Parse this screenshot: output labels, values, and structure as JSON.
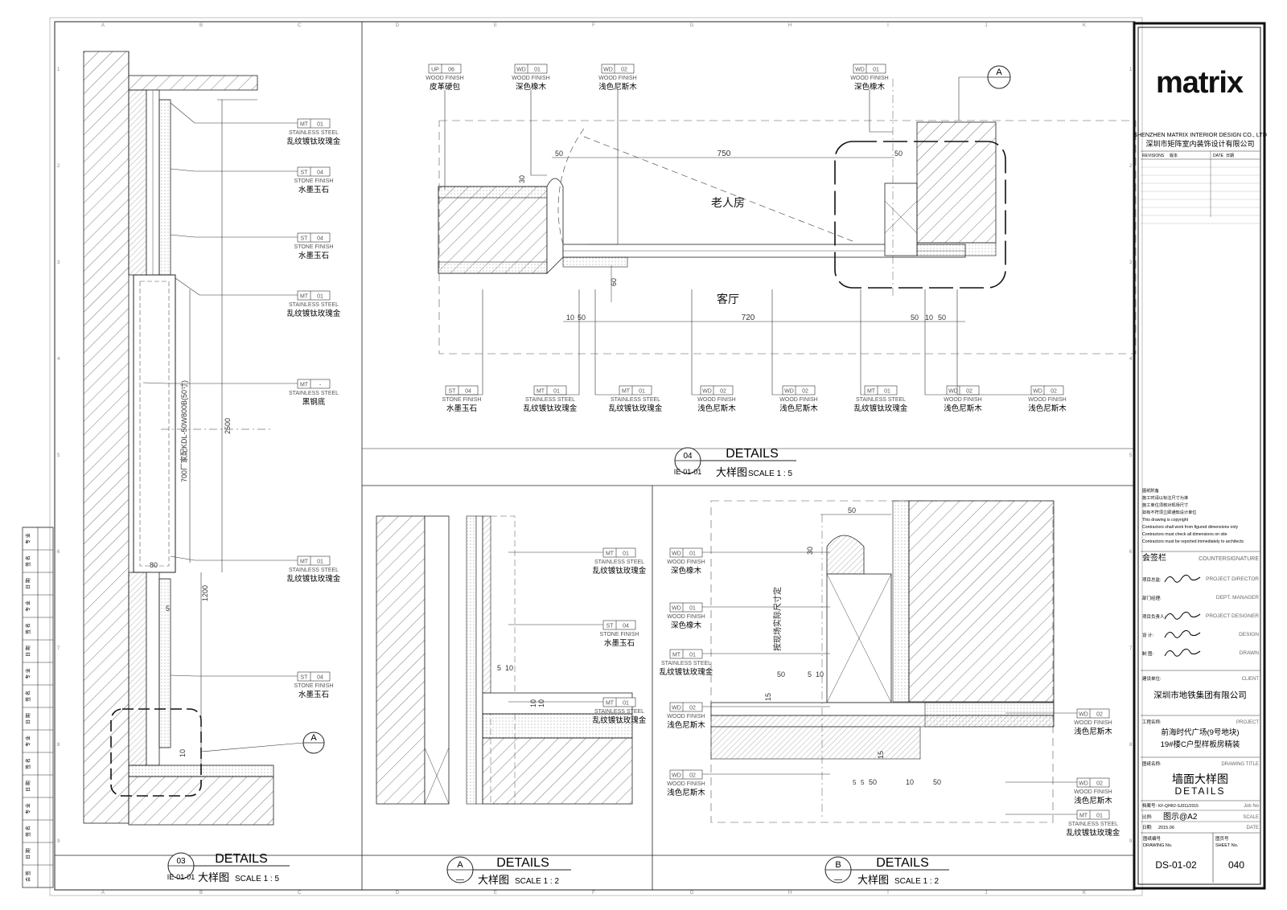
{
  "colors": {
    "ink": "#1a1a1a",
    "thin": "#555555",
    "paper": "#ffffff"
  },
  "sheet": {
    "grid_letters": [
      "A",
      "B",
      "C",
      "D",
      "E",
      "F",
      "G",
      "H",
      "I",
      "J",
      "K"
    ],
    "grid_numbers": [
      "1",
      "2",
      "3",
      "4",
      "5",
      "6",
      "7",
      "8",
      "9"
    ]
  },
  "detail_03": {
    "callouts": [
      {
        "code": "MT",
        "num": "01",
        "en": "STAINLESS STEEL",
        "cn": "乱纹镀钛玫瑰金"
      },
      {
        "code": "ST",
        "num": "04",
        "en": "STONE FINISH",
        "cn": "水墨玉石"
      },
      {
        "code": "ST",
        "num": "04",
        "en": "STONE FINISH",
        "cn": "水墨玉石"
      },
      {
        "code": "MT",
        "num": "01",
        "en": "STAINLESS STEEL",
        "cn": "乱纹镀钛玫瑰金"
      },
      {
        "code": "MT",
        "num": "-",
        "en": "STAINLESS STEEL",
        "cn": "黑钢底"
      },
      {
        "code": "MT",
        "num": "01",
        "en": "STAINLESS STEEL",
        "cn": "乱纹镀钛玫瑰金"
      },
      {
        "code": "ST",
        "num": "04",
        "en": "STONE FINISH",
        "cn": "水墨玉石"
      }
    ],
    "tv_note": "700厂家配KDL-50W800B(50寸)",
    "dims": [
      "2500",
      "1200",
      "80",
      "5",
      "10"
    ],
    "section_mark": "A",
    "title": {
      "num": "03",
      "ref": "IE-01-01",
      "en": "DETAILS",
      "cn": "大样图",
      "scale": "SCALE 1 : 5"
    }
  },
  "detail_04": {
    "top_callouts": [
      {
        "code": "UP",
        "num": "06",
        "en": "WOOD FINISH",
        "cn": "皮革硬包"
      },
      {
        "code": "WD",
        "num": "01",
        "en": "WOOD FINISH",
        "cn": "深色橡木"
      },
      {
        "code": "WD",
        "num": "02",
        "en": "WOOD FINISH",
        "cn": "浅色尼斯木"
      },
      {
        "code": "WD",
        "num": "01",
        "en": "WOOD FINISH",
        "cn": "深色橡木"
      }
    ],
    "bottom_callouts": [
      {
        "code": "ST",
        "num": "04",
        "en": "STONE FINISH",
        "cn": "水墨玉石"
      },
      {
        "code": "MT",
        "num": "01",
        "en": "STAINLESS STEEL",
        "cn": "乱纹镀钛玫瑰金"
      },
      {
        "code": "MT",
        "num": "01",
        "en": "STAINLESS STEEL",
        "cn": "乱纹镀钛玫瑰金"
      },
      {
        "code": "WD",
        "num": "02",
        "en": "WOOD FINISH",
        "cn": "浅色尼斯木"
      },
      {
        "code": "WD",
        "num": "02",
        "en": "WOOD FINISH",
        "cn": "浅色尼斯木"
      },
      {
        "code": "MT",
        "num": "01",
        "en": "STAINLESS STEEL",
        "cn": "乱纹镀钛玫瑰金"
      },
      {
        "code": "WD",
        "num": "02",
        "en": "WOOD FINISH",
        "cn": "浅色尼斯木"
      },
      {
        "code": "WD",
        "num": "02",
        "en": "WOOD FINISH",
        "cn": "浅色尼斯木"
      }
    ],
    "room_upper": "老人房",
    "room_lower": "客厅",
    "dims": [
      "50",
      "750",
      "30",
      "50",
      "60",
      "10",
      "50",
      "720",
      "50",
      "10",
      "50"
    ],
    "section_mark": "A",
    "title": {
      "num": "04",
      "ref": "IE-01-01",
      "en": "DETAILS",
      "cn": "大样图",
      "scale": "SCALE 1 : 5"
    }
  },
  "detail_A": {
    "callouts": [
      {
        "code": "MT",
        "num": "01",
        "en": "STAINLESS STEEL",
        "cn": "乱纹镀钛玫瑰金"
      },
      {
        "code": "ST",
        "num": "04",
        "en": "STONE FINISH",
        "cn": "水墨玉石"
      },
      {
        "code": "MT",
        "num": "01",
        "en": "STAINLESS STEEL",
        "cn": "乱纹镀钛玫瑰金"
      }
    ],
    "dims": [
      "5",
      "10",
      "10",
      "10"
    ],
    "title": {
      "mark": "A",
      "en": "DETAILS",
      "cn": "大样图",
      "scale": "SCALE 1 : 2"
    }
  },
  "detail_B": {
    "left_callouts": [
      {
        "code": "WD",
        "num": "01",
        "en": "WOOD FINISH",
        "cn": "深色橡木"
      },
      {
        "code": "WD",
        "num": "01",
        "en": "WOOD FINISH",
        "cn": "深色橡木"
      },
      {
        "code": "MT",
        "num": "01",
        "en": "STAINLESS STEEL",
        "cn": "乱纹镀钛玫瑰金"
      },
      {
        "code": "WD",
        "num": "02",
        "en": "WOOD FINISH",
        "cn": "浅色尼斯木"
      },
      {
        "code": "WD",
        "num": "02",
        "en": "WOOD FINISH",
        "cn": "浅色尼斯木"
      }
    ],
    "right_callouts": [
      {
        "code": "WD",
        "num": "02",
        "en": "WOOD FINISH",
        "cn": "浅色尼斯木"
      },
      {
        "code": "WD",
        "num": "02",
        "en": "WOOD FINISH",
        "cn": "浅色尼斯木"
      },
      {
        "code": "MT",
        "num": "01",
        "en": "STAINLESS STEEL",
        "cn": "乱纹镀钛玫瑰金"
      }
    ],
    "vertical_note": "按现场实际尺寸定",
    "dims": [
      "50",
      "30",
      "50",
      "5",
      "10",
      "15",
      "15",
      "50",
      "10",
      "50",
      "5",
      "5"
    ],
    "title": {
      "mark": "B",
      "en": "DETAILS",
      "cn": "大样图",
      "scale": "SCALE 1 : 2"
    }
  },
  "title_block": {
    "logo": "matrix",
    "company_en": "SHENZHEN MATRIX INTERIOR DESIGN CO., LTD",
    "company_cn": "深圳市矩阵室内装饰设计有限公司",
    "revision_headers": [
      "REVISIONS",
      "版本",
      "DATE",
      "日期"
    ],
    "notes": [
      "图纸附备",
      "施工时请以标注尺寸为准",
      "施工单位须核对现场尺寸",
      "如有不符须立即通知设计单位",
      "This drawing is copyright",
      "Contractors shall work from figured dimensions only",
      "Contractors must check all dimensions on site",
      "Contractors must be reported immediately to architects"
    ],
    "countersign_cn": "会签栏",
    "countersign_en": "COUNTERSIGNATURE",
    "roles": [
      {
        "cn": "项目总监:",
        "en": "PROJECT DIRECTOR"
      },
      {
        "cn": "部门经理:",
        "en": "DEPT. MANAGER"
      },
      {
        "cn": "项目负责人:",
        "en": "PROJECT DESIGNER"
      },
      {
        "cn": "设 计:",
        "en": "DESIGN"
      },
      {
        "cn": "制 图:",
        "en": "DRAWN"
      }
    ],
    "client_label_cn": "建设单位:",
    "client_label_en": "CLIENT",
    "client": "深圳市地铁集团有限公司",
    "project_label_cn": "工程名称:",
    "project_label_en": "PROJECT",
    "project_line1": "前海时代广场(9号地块)",
    "project_line2": "19#楼C户型样板房精装",
    "drawing_title_label_cn": "图纸名称:",
    "drawing_title_label_en": "DRAWING TITLE",
    "drawing_title_cn": "墙面大样图",
    "drawing_title_en": "DETAILS",
    "job_label_cn": "档案号:",
    "job_no": "KF-QHR2-SJ011/2015",
    "job_label_en": "Job No",
    "scale_label_cn": "比例:",
    "scale_value": "图示@A2",
    "scale_label_en": "SCALE",
    "date_label_cn": "日期:",
    "date_value": "2015.06",
    "date_label_en": "DATE",
    "drawing_no_label_cn": "图纸编号",
    "drawing_no_label_en": "DRAWING No.",
    "drawing_no": "DS-01-02",
    "sheet_no_label_cn": "图页号",
    "sheet_no_label_en": "SHEET No.",
    "sheet_no": "040"
  },
  "left_strip": [
    "专 业",
    "签 名",
    "日 期",
    "专 业",
    "签 名",
    "日 期",
    "专 业",
    "签 名",
    "日 期",
    "专 业",
    "签 名",
    "日 期",
    "专 业",
    "签 名",
    "日 期",
    "会 签"
  ]
}
